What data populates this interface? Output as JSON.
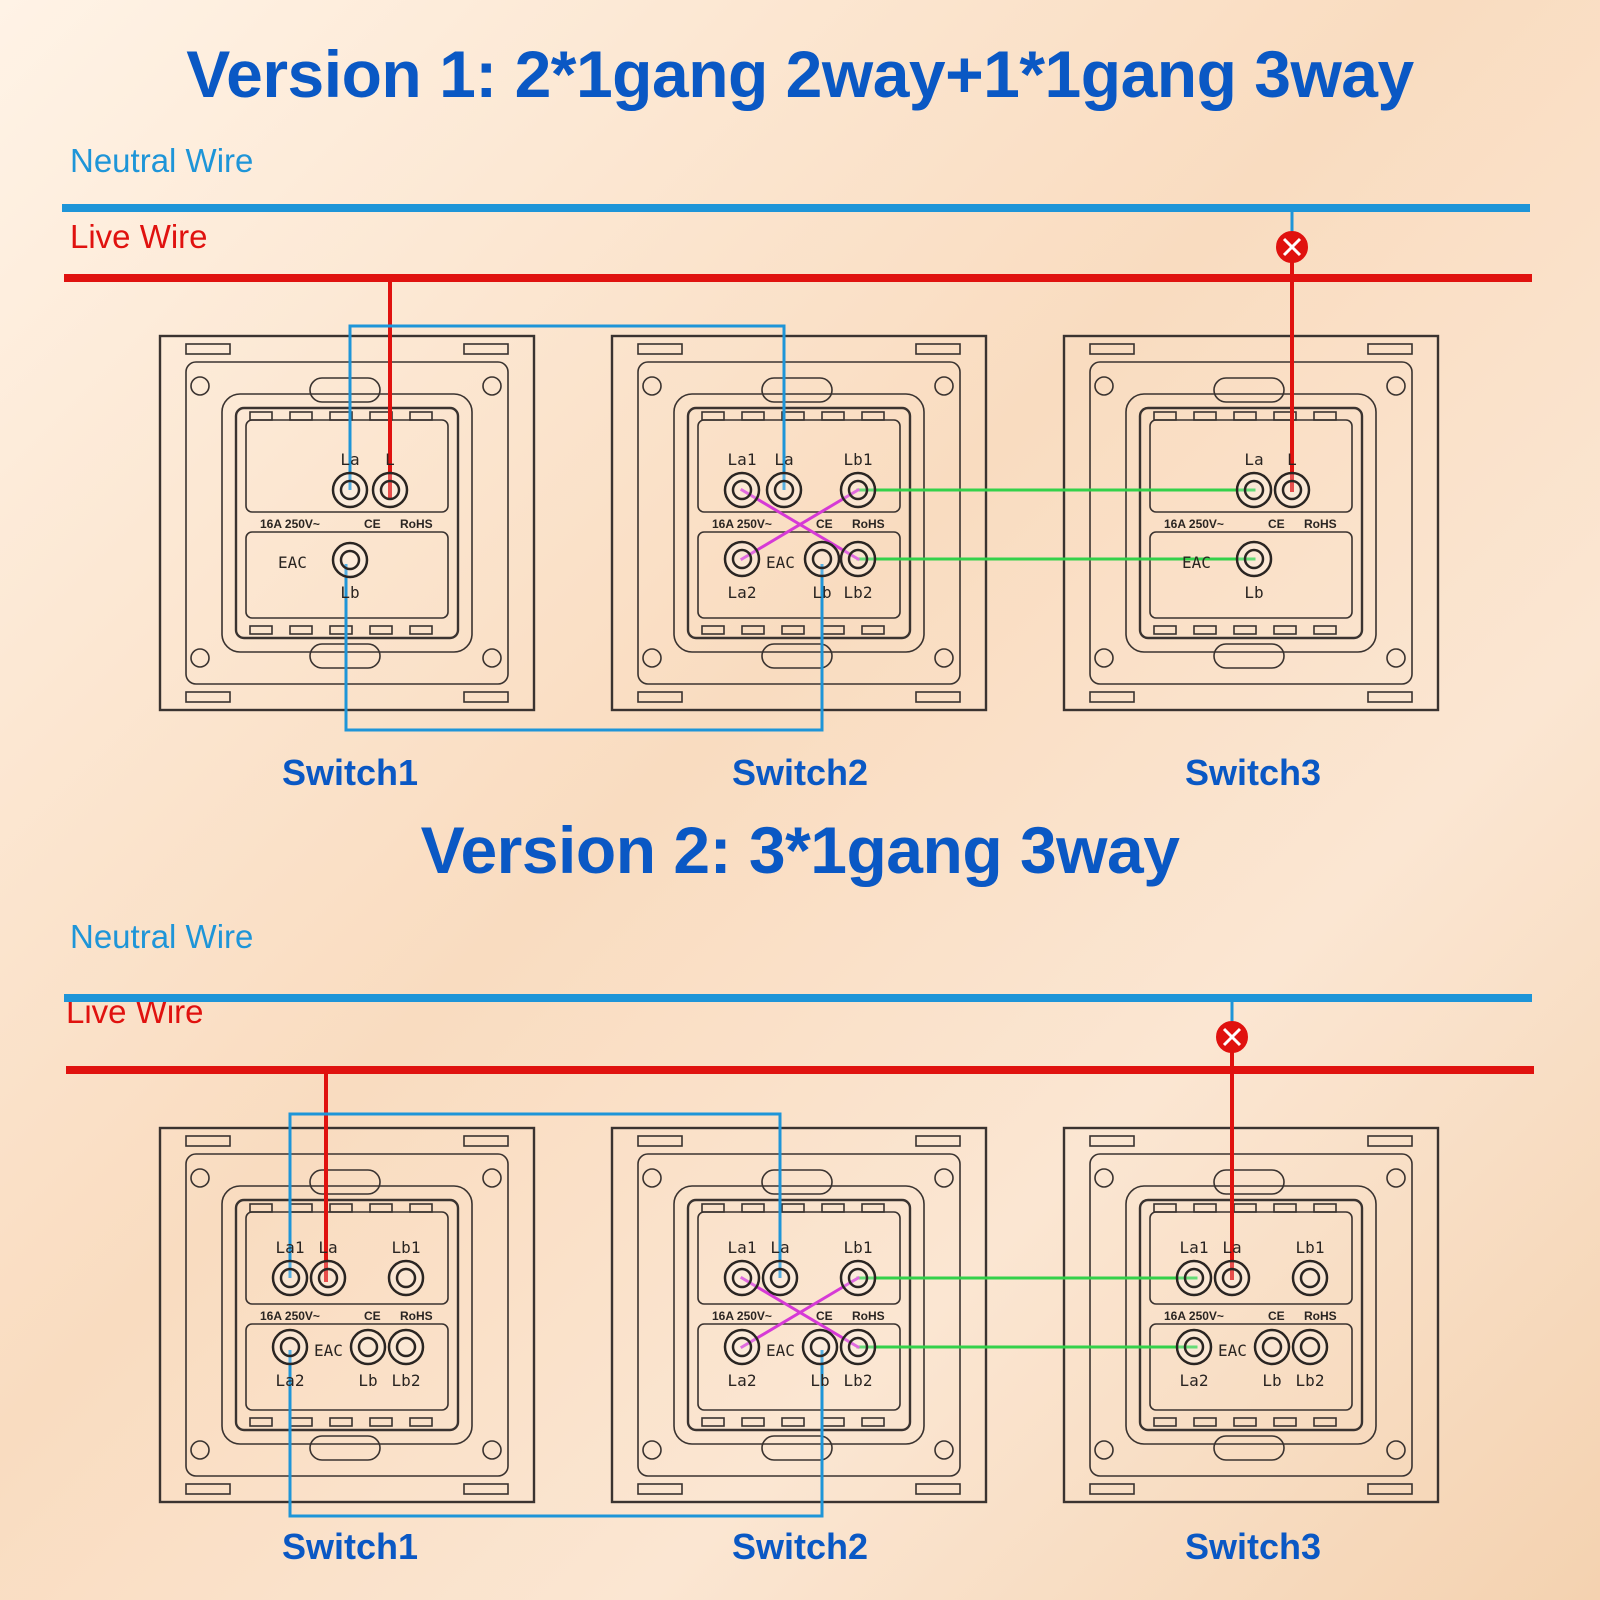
{
  "version1": {
    "title": "Version 1: 2*1gang 2way+1*1gang 3way",
    "neutral_label": "Neutral Wire",
    "live_label": "Live Wire",
    "switch_labels": [
      "Switch1",
      "Switch2",
      "Switch3"
    ]
  },
  "version2": {
    "title": "Version 2: 3*1gang 3way",
    "neutral_label": "Neutral Wire",
    "live_label": "Live Wire",
    "switch_labels": [
      "Switch1",
      "Switch2",
      "Switch3"
    ]
  },
  "terminal_labels": {
    "la": "La",
    "l": "L",
    "lb": "Lb",
    "la1": "La1",
    "la2": "La2",
    "lb1": "Lb1",
    "lb2": "Lb2"
  },
  "ratings": {
    "current_voltage": "16A  250V~",
    "ce": "CE",
    "rohs": "RoHS",
    "eac": "EAC"
  },
  "colors": {
    "neutral": "#1e95d8",
    "live": "#e0120f",
    "traveler": "#33d14a",
    "bridge": "#d63ad6",
    "title": "#0a58c4"
  },
  "icons": [
    "lamp-icon"
  ]
}
